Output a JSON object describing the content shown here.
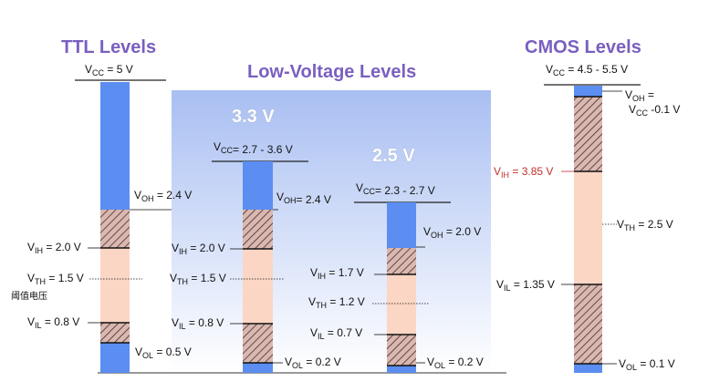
{
  "titles": {
    "ttl": "TTL Levels",
    "lv": "Low-Voltage Levels",
    "cmos": "CMOS Levels",
    "v33": "3.3 V",
    "v25": "2.5 V"
  },
  "ttl": {
    "vcc": "= 5 V",
    "voh": "= 2.4 V",
    "vih": "= 2.0 V",
    "vth": "= 1.5 V",
    "vth_cn": "阈值电压",
    "vil": "= 0.8 V",
    "vol": "= 0.5 V"
  },
  "v33": {
    "vcc": "= 2.7 - 3.6 V",
    "voh": "= 2.4 V",
    "vih": "= 2.0 V",
    "vth": "= 1.5 V",
    "vil": "= 0.8 V",
    "vol": "= 0.2 V"
  },
  "v25": {
    "vcc": "= 2.3 - 2.7 V",
    "voh": "= 2.0 V",
    "vih": "= 1.7 V",
    "vth": "= 1.2 V",
    "vil": "= 0.7 V",
    "vol": "= 0.2 V"
  },
  "cmos": {
    "vcc": "= 4.5 - 5.5 V",
    "voh": "=",
    "voh2": "-0.1 V",
    "vih": "= 3.85 V",
    "vth": "= 2.5 V",
    "vil": "= 1.35 V",
    "vol": "= 0.1 V"
  },
  "colors": {
    "high_band": "#5b8ef0",
    "mid_band": "#fcd6c4",
    "hatch_bg": "#d8b8b0",
    "hatch_line": "#4a2a2a",
    "panel_top": "#a9bff2",
    "panel_bottom": "#ffffff",
    "title": "#7a5fc0",
    "vih_cmos": "#c0302a"
  }
}
